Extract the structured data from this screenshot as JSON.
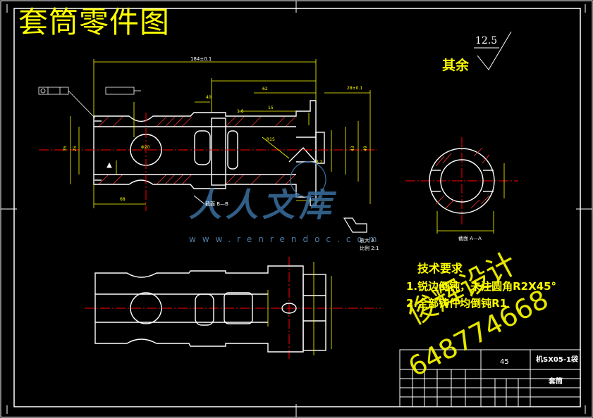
{
  "drawing": {
    "title": "套筒零件图",
    "roughness_value": "12.5",
    "roughness_note": "其余",
    "technical_requirements": {
      "title": "技术要求",
      "items": [
        "1.锐边倒钝，未注圆角R2X45°",
        "2.全部铸件均倒钝R1"
      ]
    },
    "watermark": {
      "line1": "俊辉设计",
      "line2": "648774668",
      "logo": "人人文库",
      "logo_url": "www.renrendoc.com"
    },
    "title_block": {
      "material": "45",
      "drawing_code": "机SX05-1袋",
      "part_name": "套筒"
    },
    "views": {
      "section_aa": "截面 A—A",
      "section_bb": "截面 B—B",
      "detail_label": "放大 A",
      "detail_scale": "比例 2:1"
    },
    "dimensions": {
      "overall_length": "184±0.1"
    }
  },
  "colors": {
    "background": "#000000",
    "outline": "#ffffff",
    "dimension": "#ffff00",
    "centerline": "#ff0000",
    "hatch": "#ff3333",
    "watermark_logo": "#3a6f9e"
  }
}
